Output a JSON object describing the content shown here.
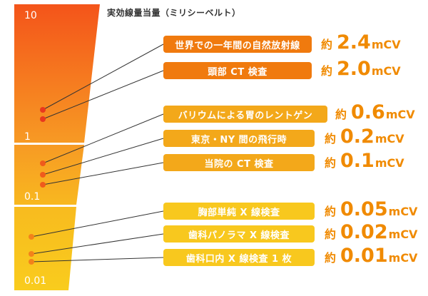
{
  "unit_title": "実効線量当量（ミリシーベルト）",
  "ticks": [
    "10",
    "1",
    "0.1",
    "0.01"
  ],
  "value_prefix": "約",
  "value_unit": "mCV",
  "colors": {
    "band_top": "#f26a1b",
    "band_mid": "#f7a623",
    "band_bottom": "#f8c81e",
    "box_red": "#f07a0e",
    "box_mid": "#f3a81a",
    "box_yellow": "#f8c81e",
    "value_text": "#f08a00"
  },
  "items": [
    {
      "label": "世界での一年間の自然放射線",
      "value": "2.4"
    },
    {
      "label": "頭部 CT 検査",
      "value": "2.0"
    },
    {
      "label": "バリウムによる胃のレントゲン",
      "value": "0.6"
    },
    {
      "label": "東京・NY 間の飛行時",
      "value": "0.2"
    },
    {
      "label": "当院の CT 検査",
      "value": "0.1"
    },
    {
      "label": "胸部単純 X 線検査",
      "value": "0.05"
    },
    {
      "label": "歯科パノラマ X 線検査",
      "value": "0.02"
    },
    {
      "label": "歯科口内 X 線検査 1 枚",
      "value": "0.01"
    }
  ]
}
